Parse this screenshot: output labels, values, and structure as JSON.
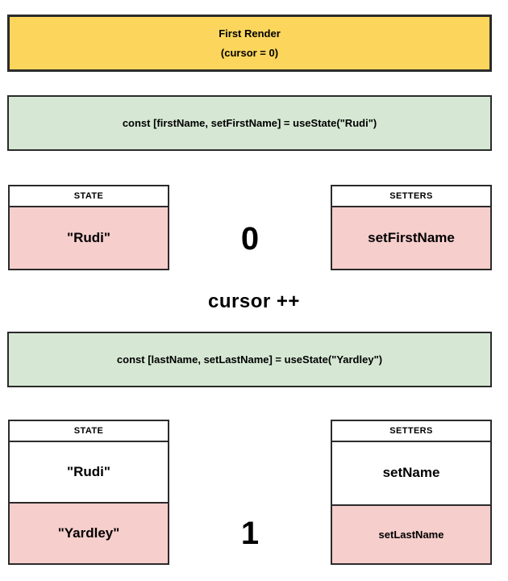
{
  "banner": {
    "title": "First Render",
    "subtitle": "(cursor = 0)"
  },
  "code_blocks": {
    "first": "const [firstName, setFirstName] = useState(\"Rudi\")",
    "second": "const [lastName, setLastName] = useState(\"Yardley\")"
  },
  "cursor_label": "cursor ++",
  "render1": {
    "counter": "0",
    "state": {
      "header": "STATE",
      "rows": [
        {
          "text": "\"Rudi\"",
          "highlight": true
        }
      ]
    },
    "setters": {
      "header": "SETTERS",
      "rows": [
        {
          "text": "setFirstName",
          "highlight": true
        }
      ]
    }
  },
  "render2": {
    "counter": "1",
    "state": {
      "header": "STATE",
      "rows": [
        {
          "text": "\"Rudi\"",
          "highlight": false
        },
        {
          "text": "\"Yardley\"",
          "highlight": true
        }
      ]
    },
    "setters": {
      "header": "SETTERS",
      "rows": [
        {
          "text": "setName",
          "highlight": false
        },
        {
          "text": "setLastName",
          "highlight": true
        }
      ]
    }
  },
  "colors": {
    "yellow": "#FCD65C",
    "green": "#D6E8D4",
    "pink": "#F6CECC",
    "border": "#2B2B2B"
  }
}
